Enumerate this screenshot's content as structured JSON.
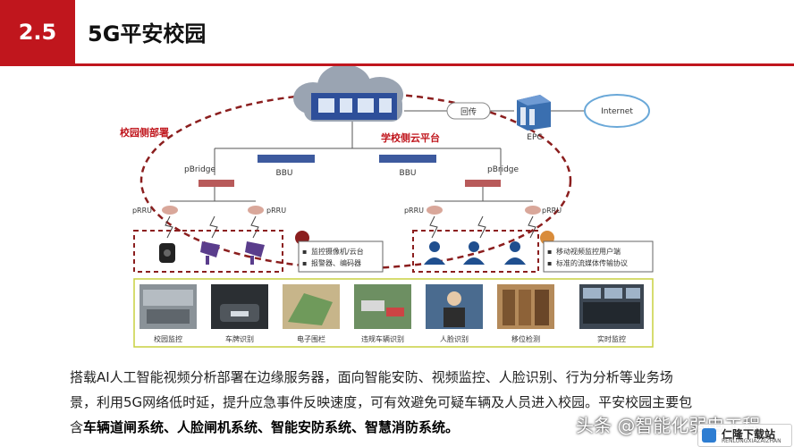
{
  "header": {
    "section_number": "2.5",
    "title": "5G平安校园"
  },
  "diagram": {
    "campus_side_label": "校园侧部署",
    "cloud_platform_label": "学校侧云平台",
    "backhaul_label": "回传",
    "epc_label": "EPC",
    "internet_label": "Internet",
    "bbu_left_label": "BBU",
    "bbu_right_label": "BBU",
    "pbridge_left_label": "pBridge",
    "pbridge_right_label": "pBridge",
    "prru_labels": [
      "pRRU",
      "pRRU",
      "pRRU",
      "pRRU"
    ],
    "legend_left": [
      "监控摄像机/云台",
      "报警器、编码器"
    ],
    "legend_right": [
      "移动视频监控用户端",
      "标准的流媒体传输协议"
    ],
    "gallery": [
      {
        "caption": "校园监控"
      },
      {
        "caption": "车牌识别"
      },
      {
        "caption": "电子围栏"
      },
      {
        "caption": "违规车辆识别"
      },
      {
        "caption": "人脸识别"
      },
      {
        "caption": "移位检测"
      },
      {
        "caption": "实时监控"
      }
    ]
  },
  "paragraph": {
    "line1": "搭载AI人工智能视频分析部署在边缘服务器，面向智能安防、视频监控、人脸识别、行为分析等业务场",
    "line2": "景，利用5G网络低时延，提升应急事件反映速度，可有效避免可疑车辆及人员进入校园。平安校园主要包",
    "line3_prefix": "含",
    "line3_bold": "车辆道闸系统、人脸闸机系统、智能安防系统、智慧消防系统。"
  },
  "watermark": {
    "text": "头条 @智能化弱电工程",
    "badge_line1": "仁隆下载站",
    "badge_line2": "RENLONGXIAZAIZHAN"
  },
  "colors": {
    "accent": "#c0161d",
    "dashed_ellipse": "#8b1e1e",
    "frame_border": "#c8d040",
    "bbu": "#3d5a9e"
  }
}
